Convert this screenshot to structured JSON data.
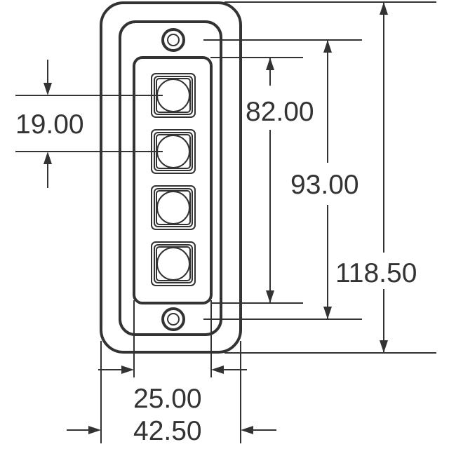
{
  "title": "Keypad panel dimension drawing",
  "dimensions": {
    "button_pitch": "19.00",
    "inner_height": "82.00",
    "hole_spacing": "93.00",
    "overall_height": "118.50",
    "inner_width": "25.00",
    "overall_width": "42.50"
  },
  "button_count": 4,
  "colors": {
    "line": "#333333",
    "background": "#ffffff"
  }
}
